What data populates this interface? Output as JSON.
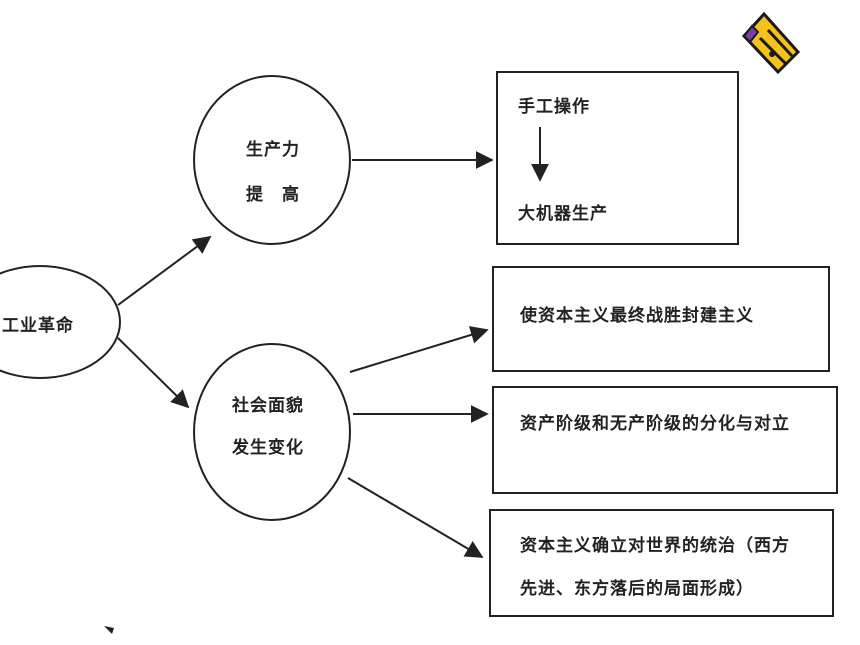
{
  "root": {
    "label": "工业革命"
  },
  "productivity": {
    "line1": "生产力",
    "line2": "提　高"
  },
  "society": {
    "line1": "社会面貌",
    "line2": "发生变化"
  },
  "production_box": {
    "from": "手工操作",
    "to": "大机器生产"
  },
  "outcomes": [
    {
      "text": "使资本主义最终战胜封建主义"
    },
    {
      "text": "资产阶级和无产阶级的分化与对立"
    },
    {
      "line1": "资本主义确立对世界的统治（西方",
      "line2": "先进、东方落后的局面形成）"
    }
  ],
  "icon": {
    "name": "pencil-icon",
    "fill": "#f4c21b",
    "stroke": "#1a1a1a",
    "accent": "#7a3fa0"
  }
}
